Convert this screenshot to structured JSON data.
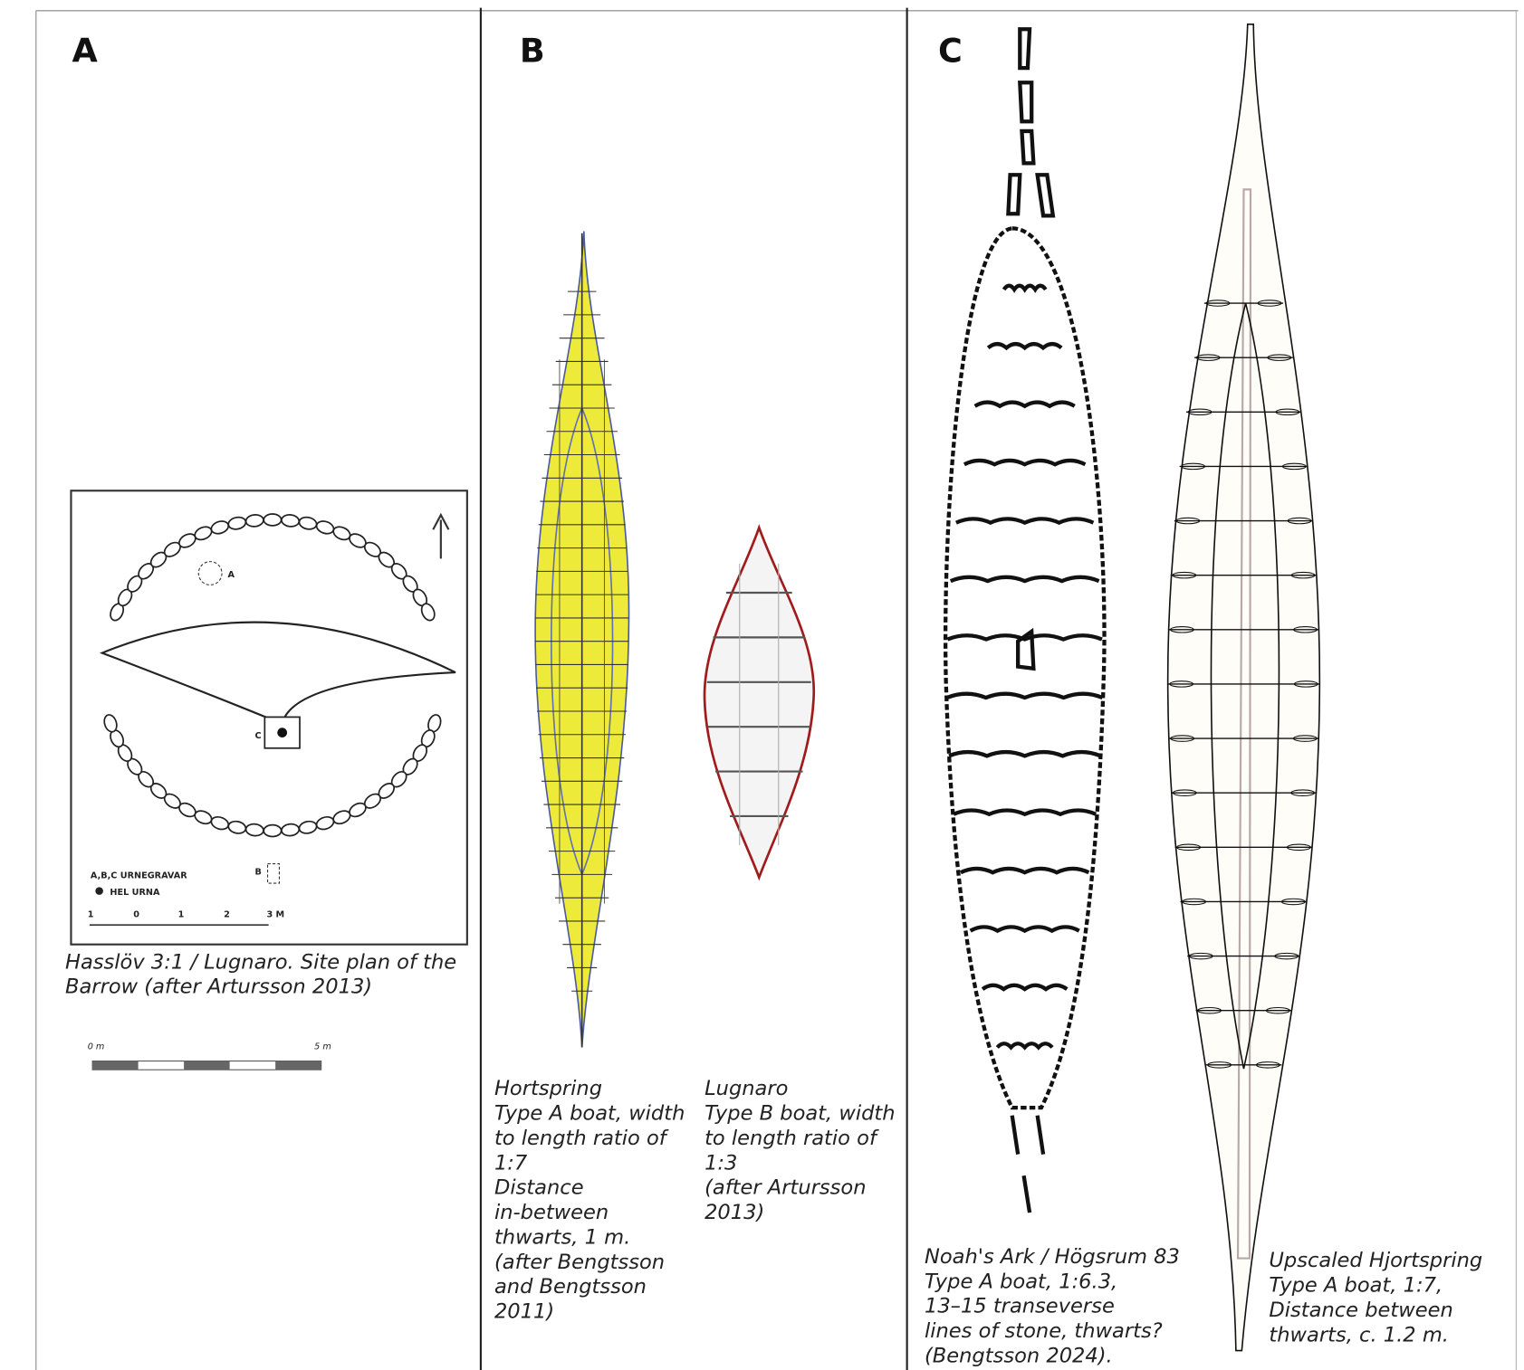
{
  "panels": {
    "a": {
      "label": "A",
      "site_plan": {
        "grave_labels": [
          "A",
          "B",
          "C"
        ],
        "legend_graves": "A,B,C URNEGRAVAR",
        "legend_urn": "HEL URNA",
        "scale_ticks": [
          "1",
          "0",
          "1",
          "2",
          "3 M"
        ]
      },
      "caption": [
        "Hasslöv 3:1 / Lugnaro. Site plan of the",
        "Barrow (after Artursson 2013)"
      ],
      "scale_bar": {
        "start": "0 m",
        "end": "5 m"
      }
    },
    "b": {
      "label": "B",
      "caption_left": [
        "Hortspring",
        "Type A boat, width",
        "to length ratio of",
        "1:7",
        "Distance",
        "in-between",
        "thwarts, 1 m.",
        "(after Bengtsson",
        "and Bengtsson",
        "2011)"
      ],
      "caption_right": [
        "Lugnaro",
        "Type B boat, width",
        "to length ratio of",
        "1:3",
        "(after Artursson",
        "2013)"
      ],
      "colors": {
        "hortspring_fill": "#eeea3a",
        "lugnaro_stroke": "#a01c1c"
      }
    },
    "c": {
      "label": "C",
      "caption_left": [
        "Noah's Ark / Högsrum 83",
        "Type A boat, 1:6.3,",
        "13–15 transeverse",
        "lines of stone, thwarts?",
        "(Bengtsson 2024)."
      ],
      "caption_right": [
        "Upscaled Hjortspring",
        "Type A boat, 1:7,",
        "Distance between",
        "thwarts, c. 1.2 m."
      ]
    }
  }
}
